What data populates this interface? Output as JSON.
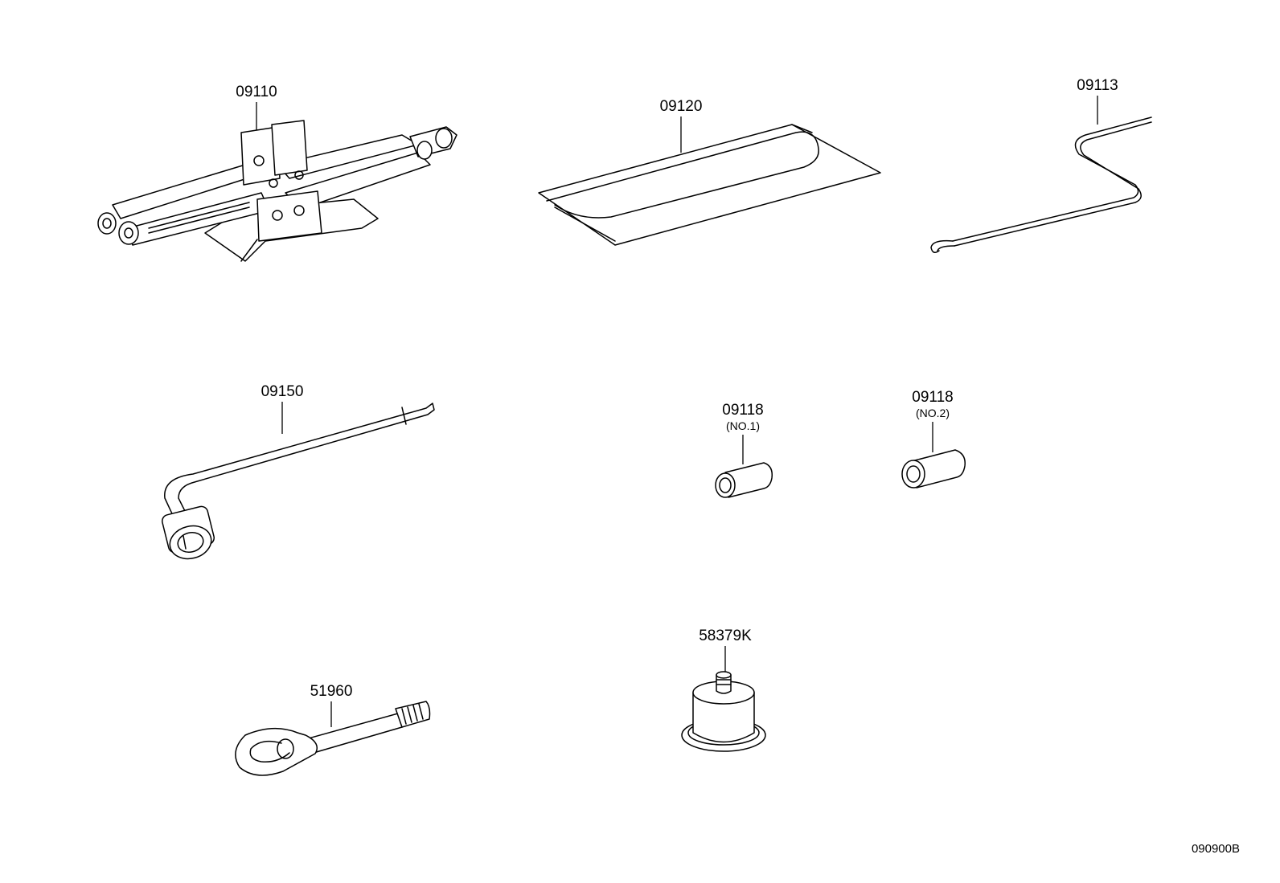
{
  "parts": {
    "jack": {
      "number": "09110"
    },
    "tool_bag": {
      "number": "09120"
    },
    "jack_handle": {
      "number": "09113"
    },
    "wheel_wrench": {
      "number": "09150"
    },
    "adapter_no1": {
      "number": "09118",
      "sub": "(NO.1)"
    },
    "adapter_no2": {
      "number": "09118",
      "sub": "(NO.2)"
    },
    "towing_eye": {
      "number": "51960"
    },
    "stopper": {
      "number": "58379K"
    }
  },
  "reference_code": "090900B"
}
